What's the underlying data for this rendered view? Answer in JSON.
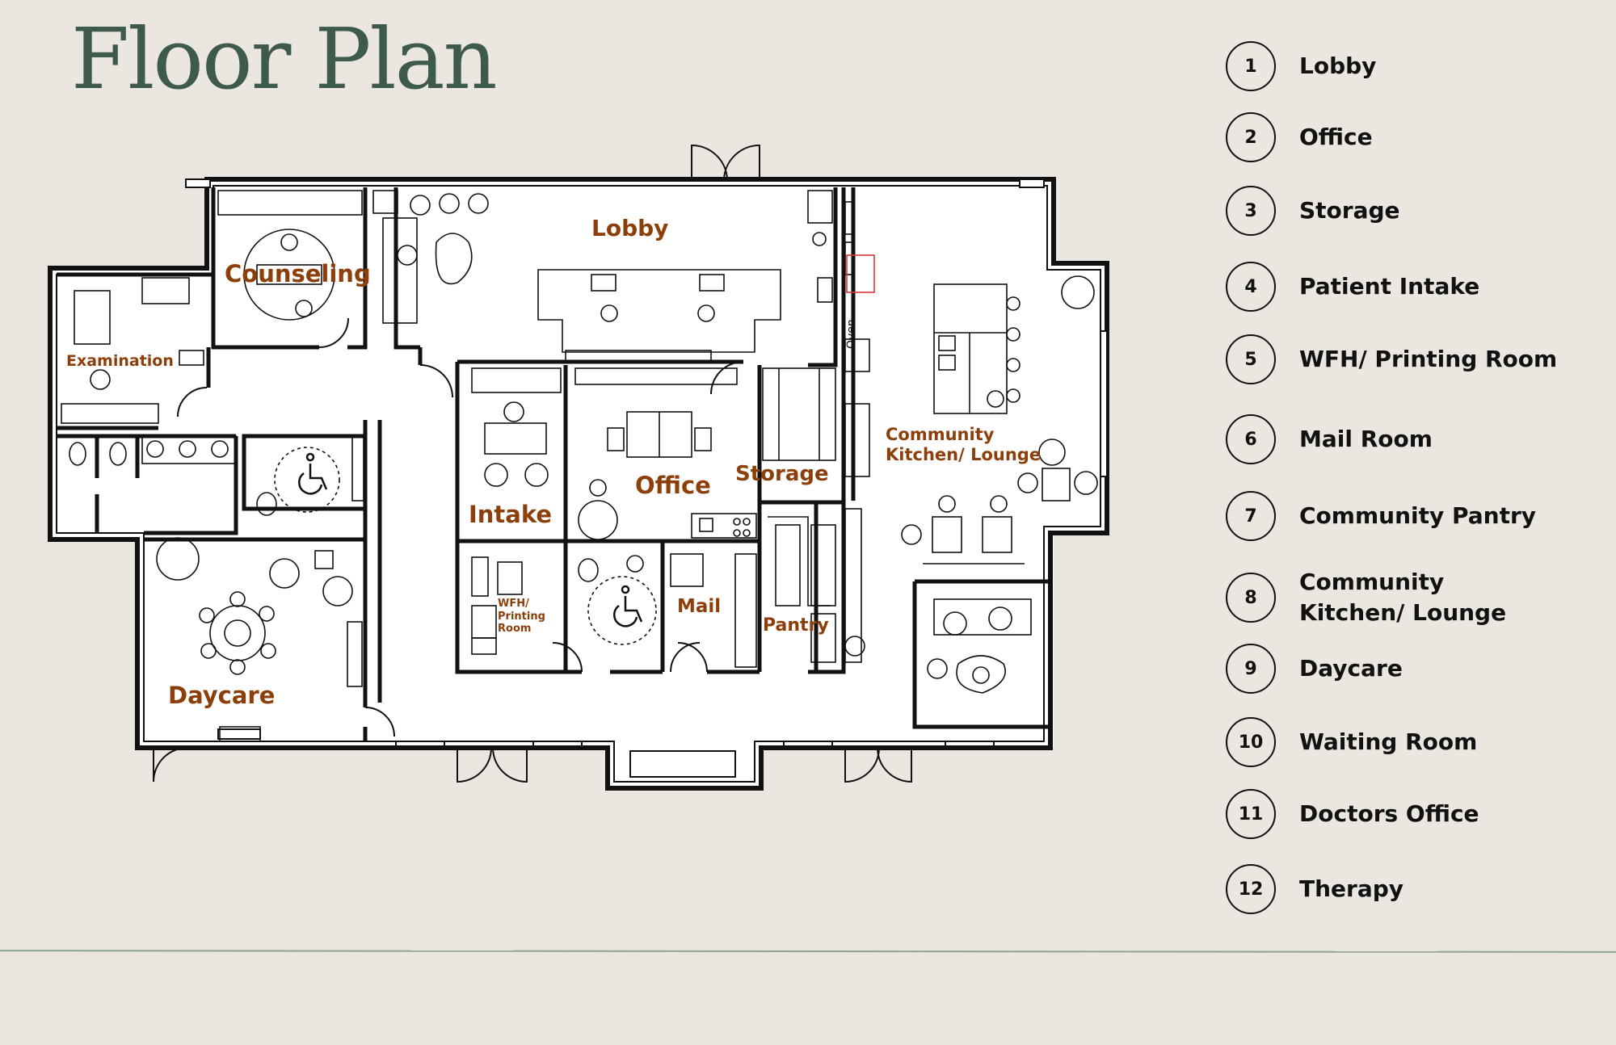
{
  "page": {
    "title": "Floor Plan"
  },
  "room_labels": [
    {
      "id": "lobby",
      "text": "Lobby"
    },
    {
      "id": "counseling",
      "text": "Counseling"
    },
    {
      "id": "examination",
      "text": "Examination"
    },
    {
      "id": "intake",
      "text": "Intake"
    },
    {
      "id": "office",
      "text": "Office"
    },
    {
      "id": "storage",
      "text": "Storage"
    },
    {
      "id": "community",
      "text": "Community\nKitchen/ Lounge"
    },
    {
      "id": "wfh",
      "text": "WFH/\nPrinting\nRoom"
    },
    {
      "id": "mail",
      "text": "Mail"
    },
    {
      "id": "pantry",
      "text": "Pantry"
    },
    {
      "id": "daycare",
      "text": "Daycare"
    },
    {
      "id": "oven",
      "text": "Oven"
    }
  ],
  "legend": [
    {
      "number": "1",
      "label": "Lobby"
    },
    {
      "number": "2",
      "label": "Office"
    },
    {
      "number": "3",
      "label": "Storage"
    },
    {
      "number": "4",
      "label": "Patient Intake"
    },
    {
      "number": "5",
      "label": "WFH/ Printing Room"
    },
    {
      "number": "6",
      "label": "Mail Room"
    },
    {
      "number": "7",
      "label": "Community Pantry"
    },
    {
      "number": "8",
      "label": "Community Kitchen/ Lounge"
    },
    {
      "number": "9",
      "label": "Daycare"
    },
    {
      "number": "10",
      "label": "Waiting Room"
    },
    {
      "number": "11",
      "label": "Doctors Office"
    },
    {
      "number": "12",
      "label": "Therapy"
    }
  ],
  "colors": {
    "background": "#ebe6e0",
    "title": "#3d5a4b",
    "room_label": "#8c3f0a",
    "wall": "#111111",
    "floor": "#ffffff",
    "footer_rule": "#8ea595"
  }
}
